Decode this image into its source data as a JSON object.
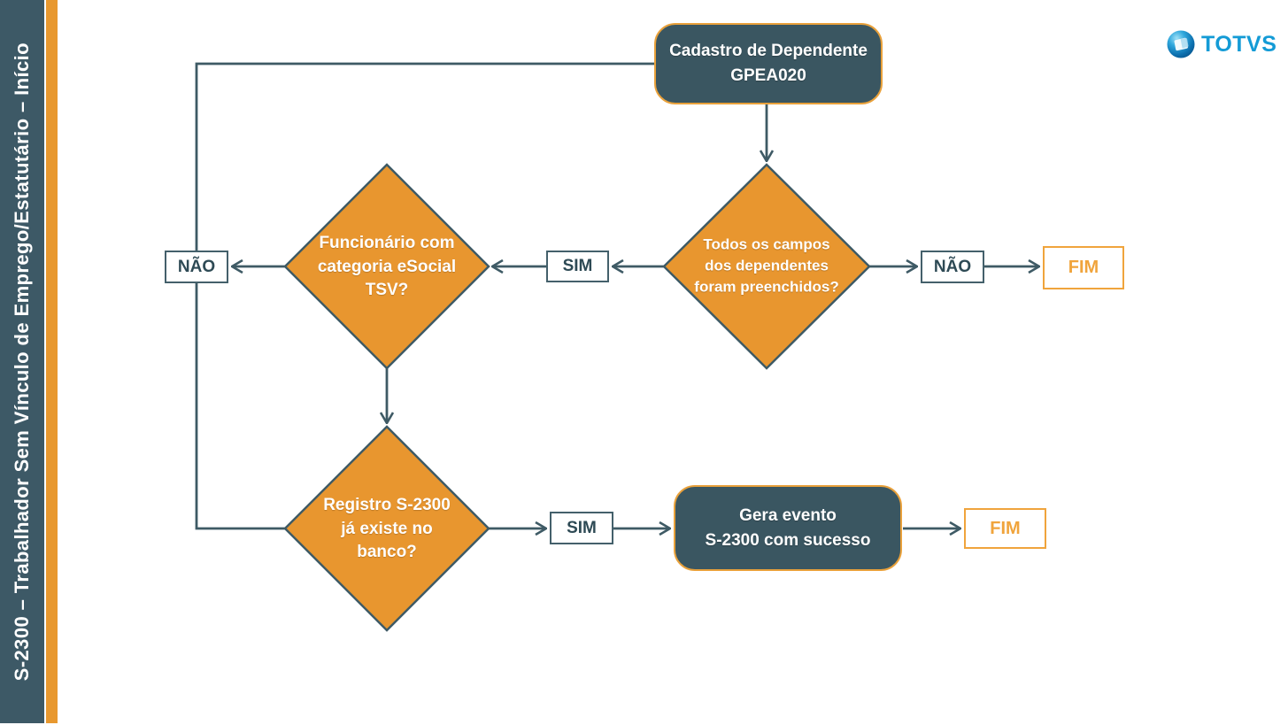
{
  "sidebar": {
    "title": "S-2300 – Trabalhador Sem Vínculo de Emprego/Estatutário – Início"
  },
  "logo": {
    "brand": "TOTVS"
  },
  "colors": {
    "dark_slate": "#3A5661",
    "sidebar_dark": "#3D5966",
    "line": "#3E5A65",
    "diamond_orange": "#E8962F",
    "accent_orange": "#F0A43C",
    "logo_blue": "#149BD6"
  },
  "flowchart": {
    "start": {
      "lines": [
        "Cadastro de Dependente",
        "GPEA020"
      ]
    },
    "decision_campos": {
      "lines": [
        "Todos os campos",
        "dos dependentes",
        "foram preenchidos?"
      ]
    },
    "decision_categoria": {
      "lines": [
        "Funcionário com",
        "categoria eSocial",
        "TSV?"
      ]
    },
    "decision_registro": {
      "lines": [
        "Registro S-2300",
        "já existe no",
        "banco?"
      ]
    },
    "process_gera": {
      "lines": [
        "Gera evento",
        "S-2300 com sucesso"
      ]
    },
    "labels": {
      "nao_categoria": "NÃO",
      "sim_campos": "SIM",
      "nao_campos": "NÃO",
      "sim_registro": "SIM",
      "fim_campos": "FIM",
      "fim_registro": "FIM"
    }
  }
}
